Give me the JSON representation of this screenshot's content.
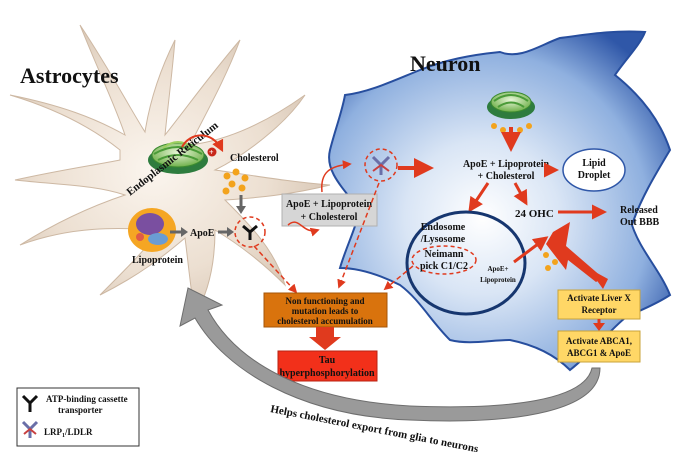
{
  "titles": {
    "astrocytes": "Astrocytes",
    "neuron": "Neuron"
  },
  "astrocyte": {
    "er": "Endoplasmic Reticulum",
    "cholesterol": "Cholesterol",
    "apoe": "ApoE",
    "lipoprotein": "Lipoprotein"
  },
  "center_box": {
    "line1": "ApoE + Lipoprotein",
    "line2": "+ Cholesterol"
  },
  "neuron": {
    "complex_line1": "ApoE + Lipoprotein",
    "complex_line2": "+ Cholesterol",
    "lipid_line1": "Lipid",
    "lipid_line2": "Droplet",
    "ohc": "24 OHC",
    "released_line1": "Released",
    "released_line2": "Out BBB",
    "endosome_line1": "Endosome",
    "endosome_line2": "/Lysosome",
    "endosome_line3": "Neimann",
    "endosome_line4": "pick C1/C2",
    "apoe_lipo_line1": "ApoE+",
    "apoe_lipo_line2": "Lipoprotein"
  },
  "lxr_box": {
    "line1": "Activate Liver X",
    "line2": "Receptor"
  },
  "abca_box": {
    "line1": "Activate ABCA1,",
    "line2": "ABCG1 & ApoE"
  },
  "accumulation_box": {
    "line1": "Non functioning and",
    "line2": "mutation leads to",
    "line3": "cholesterol accumulation"
  },
  "tau_box": {
    "line1": "Tau",
    "line2": "hyperphosphorylation"
  },
  "curved_label": "Helps cholesterol export from glia to neurons",
  "legend": {
    "abc_line1": "ATP-binding cassette",
    "abc_line2": "transporter",
    "lrp_prefix": "LRP",
    "lrp_sub": "1",
    "lrp_suffix": "/LDLR"
  },
  "colors": {
    "astro_fill": "#efe3d6",
    "neuron_fill": "#a9c3e6",
    "neuron_dark": "#2f57a8",
    "arrow_red": "#e03a1e",
    "box_orange": "#d9730d",
    "box_red": "#f2301a",
    "box_yellow": "#ffd766",
    "box_gray": "#d6d6d6",
    "ellipse_navy": "#16366f",
    "big_arrow_gray": "#9a9a9a"
  },
  "icons": [
    "endoplasmic-reticulum-icon",
    "lipoprotein-icon",
    "abc-transporter-icon",
    "lrp-receptor-icon",
    "lightning-icon",
    "cholesterol-dots-icon"
  ]
}
